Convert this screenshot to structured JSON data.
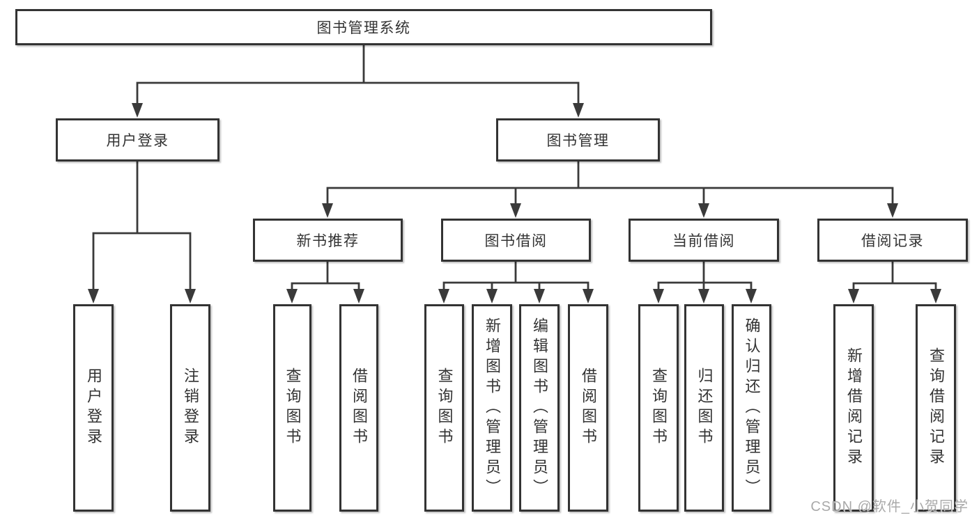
{
  "diagram": {
    "root": {
      "label": "图书管理系统",
      "children": [
        {
          "label": "用户登录",
          "children": [
            {
              "label": "用户登录"
            },
            {
              "label": "注销登录"
            }
          ]
        },
        {
          "label": "图书管理",
          "children": [
            {
              "label": "新书推荐",
              "children": [
                {
                  "label": "查询图书"
                },
                {
                  "label": "借阅图书"
                }
              ]
            },
            {
              "label": "图书借阅",
              "children": [
                {
                  "label": "查询图书"
                },
                {
                  "label": "新增图书（管理员）"
                },
                {
                  "label": "编辑图书（管理员）"
                },
                {
                  "label": "借阅图书"
                }
              ]
            },
            {
              "label": "当前借阅",
              "children": [
                {
                  "label": "查询图书"
                },
                {
                  "label": "归还图书"
                },
                {
                  "label": "确认归还（管理员）"
                }
              ]
            },
            {
              "label": "借阅记录",
              "children": [
                {
                  "label": "新增借阅记录"
                },
                {
                  "label": "查询借阅记录"
                }
              ]
            }
          ]
        }
      ]
    }
  },
  "watermark": {
    "text": "CSDN @软件_小贺同学"
  },
  "colors": {
    "line": "#3a3a3a",
    "box_border": "#333333",
    "text": "#333333",
    "background": "#ffffff",
    "watermark": "#a9a9a9"
  }
}
